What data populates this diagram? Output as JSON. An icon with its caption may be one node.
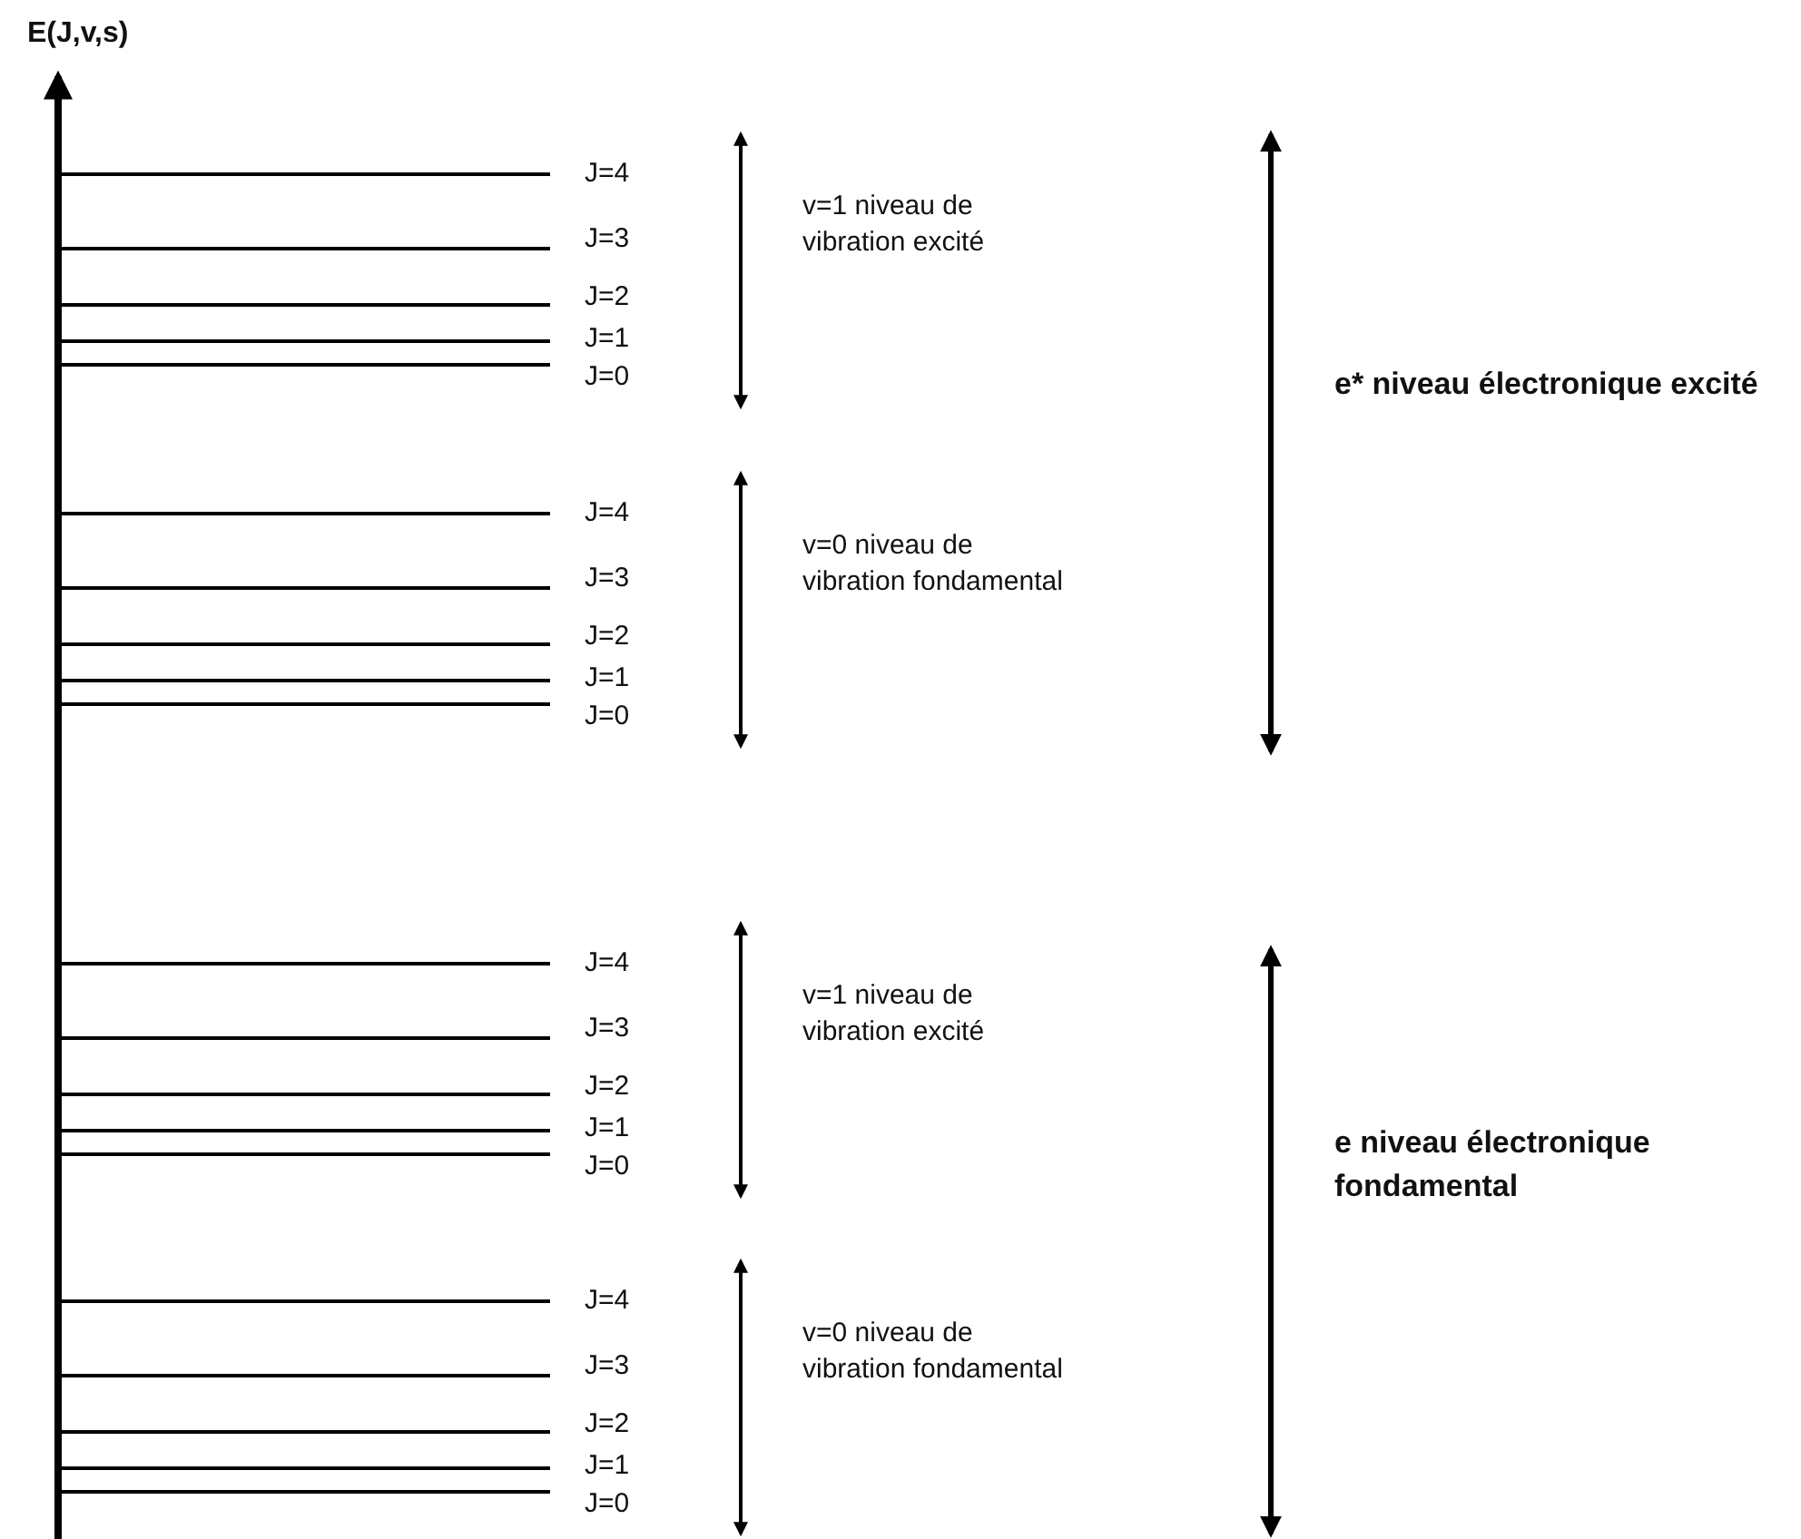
{
  "diagram": {
    "labels": [
      "E(J,v,s)",
      "J=4",
      "J=3",
      "J=2",
      "J=1",
      "J=0",
      "v=1 niveau de vibration excité",
      "J=4",
      "J=3",
      "J=2",
      "J=1",
      "J=0",
      "v=0 niveau de vibration fondamental",
      "e* niveau électronique excité",
      "J=4",
      "J=3",
      "J=2",
      "J=1",
      "J=0",
      "v=1 niveau de vibration excité",
      "J=4",
      "J=3",
      "J=2",
      "J=1",
      "J=0",
      "v=0 niveau de vibration fondamental",
      "e niveau électronique fondamental"
    ]
  }
}
